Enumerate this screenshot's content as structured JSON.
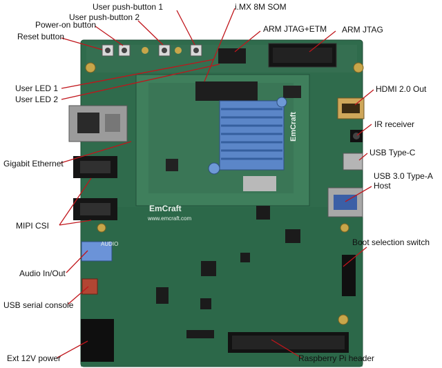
{
  "diagram": {
    "colors": {
      "board": "#2f6b4c",
      "board_dark": "#234f38",
      "heatsink": "#5b86c8",
      "som": "#3f7f5c",
      "leader": "#c0151b"
    },
    "board_silkscreen": {
      "som_logo": "EmCraft",
      "board_logo": "EmCraft",
      "board_url": "www.emcraft.com",
      "audio_silk": "AUDIO"
    },
    "labels": [
      {
        "id": "reset-button",
        "text": "Reset button"
      },
      {
        "id": "power-on-button",
        "text": "Power-on button"
      },
      {
        "id": "user-push-button-2",
        "text": "User push-button 2"
      },
      {
        "id": "user-push-button-1",
        "text": "User push-button 1"
      },
      {
        "id": "imx8m-som",
        "text": "i.MX 8M SOM"
      },
      {
        "id": "arm-jtag-etm",
        "text": "ARM JTAG+ETM"
      },
      {
        "id": "arm-jtag",
        "text": "ARM JTAG"
      },
      {
        "id": "user-led-1",
        "text": "User LED 1"
      },
      {
        "id": "user-led-2",
        "text": "User LED 2"
      },
      {
        "id": "hdmi-out",
        "text": "HDMI 2.0 Out"
      },
      {
        "id": "ir-receiver",
        "text": "IR receiver"
      },
      {
        "id": "usb-type-c",
        "text": "USB Type-C"
      },
      {
        "id": "usb3-type-a",
        "text": "USB 3.0 Type-A"
      },
      {
        "id": "usb3-host",
        "text": "Host"
      },
      {
        "id": "gigabit-ethernet",
        "text": "Gigabit Ethernet"
      },
      {
        "id": "mipi-csi",
        "text": "MIPI CSI"
      },
      {
        "id": "boot-selection-switch",
        "text": "Boot selection switch"
      },
      {
        "id": "audio-in-out",
        "text": "Audio In/Out"
      },
      {
        "id": "usb-serial-console",
        "text": "USB serial console"
      },
      {
        "id": "ext-12v-power",
        "text": "Ext 12V power"
      },
      {
        "id": "raspberry-pi-header",
        "text": "Raspberry Pi header"
      }
    ]
  }
}
